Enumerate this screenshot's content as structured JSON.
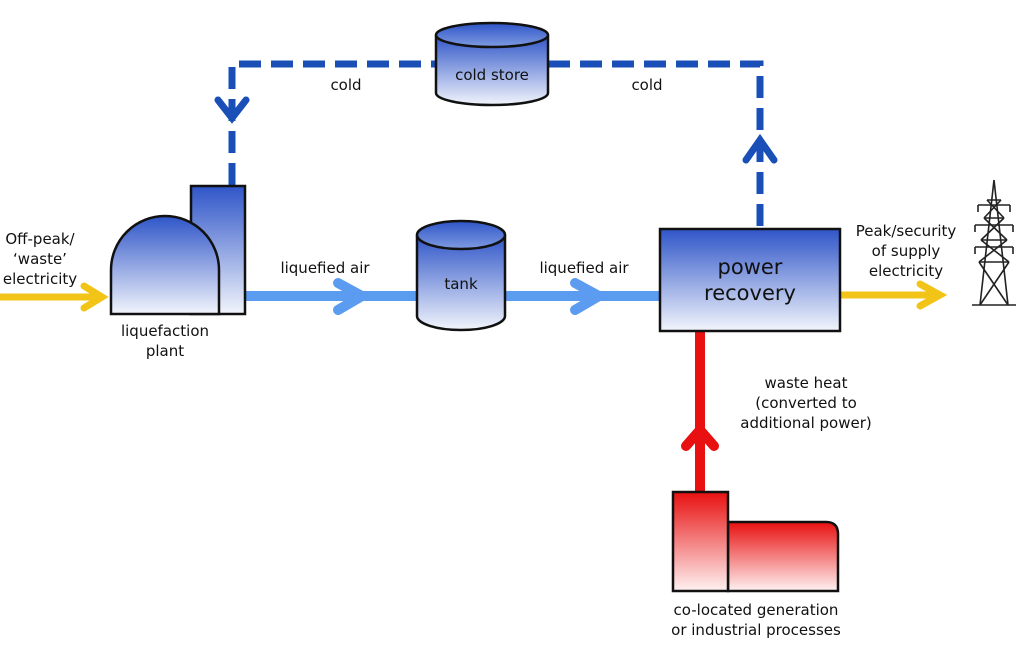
{
  "diagram": {
    "colors": {
      "input_electricity": "#f2c418",
      "output_electricity": "#f2c418",
      "liquefied_air": "#5b9cf0",
      "cold_flow": "#1a4fb8",
      "waste_heat": "#e81010",
      "equipment_blue": "#3a5fcf",
      "equipment_red": "#e81010"
    },
    "nodes": {
      "input": {
        "lines": [
          "Off-peak/",
          "‘waste’",
          "electricity"
        ]
      },
      "liquefaction_plant": {
        "lines": [
          "liquefaction",
          "plant"
        ]
      },
      "tank": {
        "label": "tank"
      },
      "cold_store": {
        "label": "cold store"
      },
      "power_recovery": {
        "lines": [
          "power",
          "recovery"
        ]
      },
      "output": {
        "lines": [
          "Peak/security",
          "of supply",
          "electricity"
        ]
      },
      "colocated": {
        "lines": [
          "co-located generation",
          "or industrial processes"
        ]
      },
      "pylon": {
        "icon": "power-pylon-icon"
      }
    },
    "edges": {
      "liquefied_air_1": "liquefied air",
      "liquefied_air_2": "liquefied air",
      "cold_left": "cold",
      "cold_right": "cold",
      "waste_heat": [
        "waste heat",
        "(converted to",
        "additional power)"
      ]
    }
  }
}
